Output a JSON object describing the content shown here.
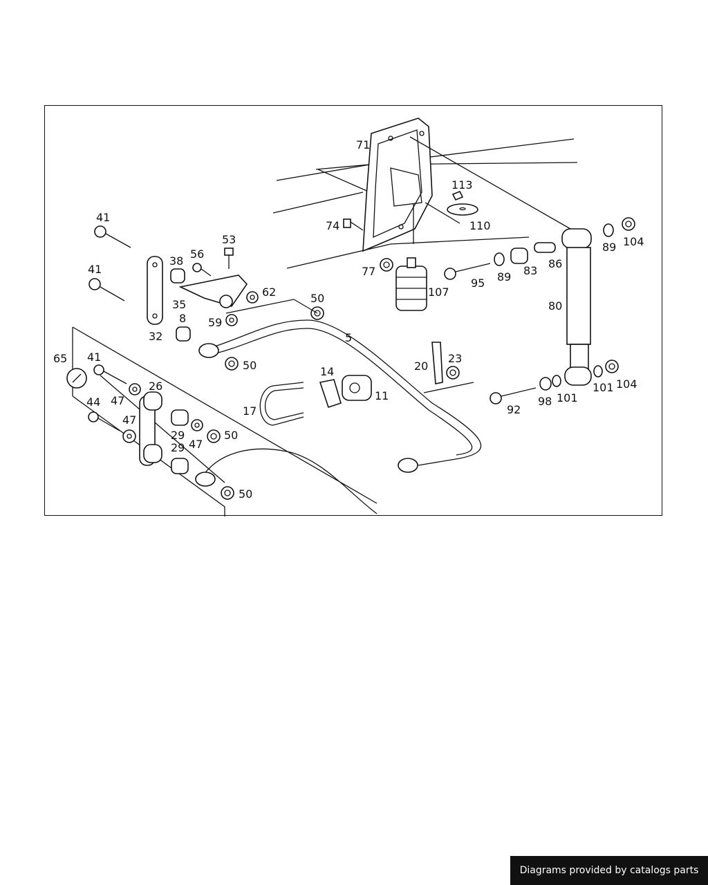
{
  "footer": {
    "text": "Diagrams provided by catalogs parts"
  },
  "callouts": {
    "c71": "71",
    "c113": "113",
    "c110": "110",
    "c74": "74",
    "c77": "77",
    "c107": "107",
    "c41a": "41",
    "c41b": "41",
    "c53": "53",
    "c38": "38",
    "c56": "56",
    "c35": "35",
    "c62": "62",
    "c50a": "50",
    "c8": "8",
    "c59": "59",
    "c32": "32",
    "c5": "5",
    "c89a": "89",
    "c104a": "104",
    "c95": "95",
    "c89b": "89",
    "c83": "83",
    "c86": "86",
    "c80": "80",
    "c65": "65",
    "c41c": "41",
    "c47a": "47",
    "c26": "26",
    "c50b": "50",
    "c14": "14",
    "c20": "20",
    "c23": "23",
    "c11": "11",
    "c17": "17",
    "c44": "44",
    "c47b": "47",
    "c29a": "29",
    "c47c": "47",
    "c50c": "50",
    "c29b": "29",
    "c50d": "50",
    "c92": "92",
    "c98": "98",
    "c101a": "101",
    "c101b": "101",
    "c104b": "104"
  }
}
